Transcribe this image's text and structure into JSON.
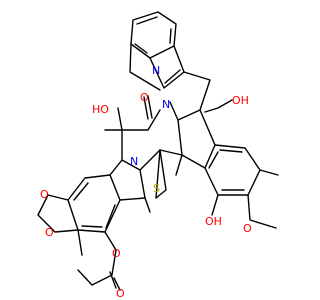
{
  "colors": {
    "carbon": "#000000",
    "oxygen": "#ff0000",
    "nitrogen": "#0000ff",
    "sulfur": "#b2b200",
    "background": "#ffffff"
  },
  "atoms": {
    "n_top": "N",
    "o_top": "O",
    "ho_left": "HO",
    "oh_right": "OH",
    "n_center": "N",
    "n_left": "N",
    "s": "S",
    "oh_lower": "OH",
    "o_methoxy": "O",
    "o_diox1": "O",
    "o_diox2": "O",
    "o_ester": "O",
    "o_carbonyl": "O"
  }
}
